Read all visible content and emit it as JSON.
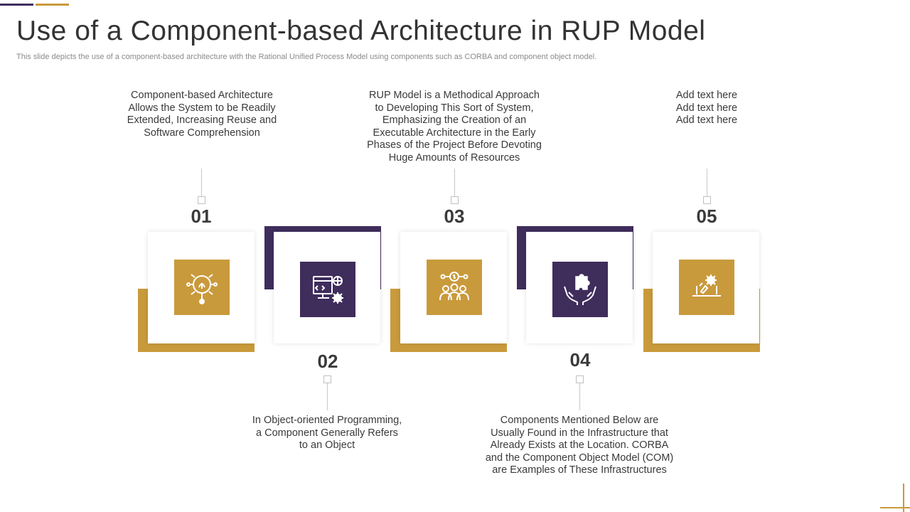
{
  "slide": {
    "title": "Use of a Component-based Architecture in RUP Model",
    "subtitle": "This slide depicts the use of a component-based architecture with the Rational Unified Process Model using components such as CORBA and component object model."
  },
  "colors": {
    "purple": "#3f2d5c",
    "gold": "#c99a3c",
    "text": "#3a3a3a"
  },
  "steps": [
    {
      "number": "01",
      "text": "Component-based Architecture\nAllows the System to be Readily\nExtended, Increasing Reuse and\nSoftware Comprehension",
      "icon": "lightbulb-magnifier-icon",
      "color": "gold"
    },
    {
      "number": "02",
      "text": "In Object-oriented Programming,\na Component Generally Refers\nto an Object",
      "icon": "monitor-gear-icon",
      "color": "purple"
    },
    {
      "number": "03",
      "text": "RUP Model is a Methodical Approach\nto Developing This Sort of System,\nEmphasizing the Creation of an\nExecutable Architecture in the Early\nPhases of the Project Before Devoting\nHuge Amounts of Resources",
      "icon": "team-dollar-icon",
      "color": "gold"
    },
    {
      "number": "04",
      "text": "Components Mentioned  Below are\nUsually Found in the Infrastructure that\nAlready Exists at the Location. CORBA\nand the Component Object Model  (COM)\nare Examples of These Infrastructures",
      "icon": "hands-puzzle-icon",
      "color": "purple"
    },
    {
      "number": "05",
      "text": "Add text here\nAdd text here\nAdd text here",
      "icon": "laptop-gear-icon",
      "color": "gold"
    }
  ]
}
